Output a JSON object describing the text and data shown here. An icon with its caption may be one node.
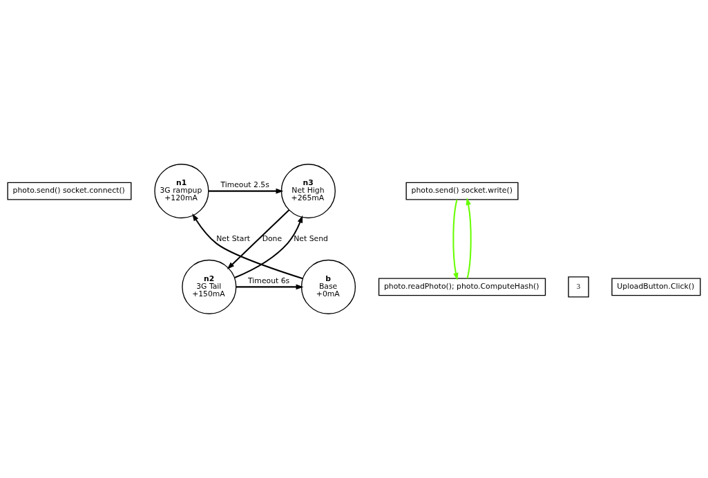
{
  "diagram": {
    "nodes": [
      {
        "text": [
          "photo.send() socket.connect()"
        ]
      },
      {
        "text": [
          "n1",
          "3G rampup",
          "+120mA"
        ]
      },
      {
        "text": [
          "n3",
          "Net High",
          "+265mA"
        ]
      },
      {
        "text": [
          "photo.send() socket.write()"
        ]
      },
      {
        "text": [
          "3"
        ]
      },
      {
        "text": [
          "b",
          "Base",
          "+0mA"
        ]
      },
      {
        "text": [
          "n2",
          "3G Tail",
          "+150mA"
        ]
      },
      {
        "text": [
          "photo.readPhoto(); photo.ComputeHash()"
        ]
      },
      {
        "text": [
          "UploadButton.Click()"
        ]
      }
    ],
    "edges": [
      {
        "from": 1,
        "to": 2,
        "arrow": "to",
        "label": "Timeout 2.5s"
      },
      {
        "from": 2,
        "to": 6,
        "arrow": "to",
        "label": "Done"
      },
      {
        "from": 6,
        "to": 2,
        "arrow": "to",
        "label": "Net Send"
      },
      {
        "from": 6,
        "to": 5,
        "arrow": "to",
        "label": "Timeout 6s"
      },
      {
        "from": 5,
        "to": 1,
        "arrow": "to",
        "label": "Net Start"
      },
      {
        "from": 3,
        "to": 7,
        "arrow": "to",
        "color": "#66ff00"
      },
      {
        "from": 7,
        "to": 3,
        "arrow": "to",
        "color": "#66ff00"
      }
    ]
  }
}
